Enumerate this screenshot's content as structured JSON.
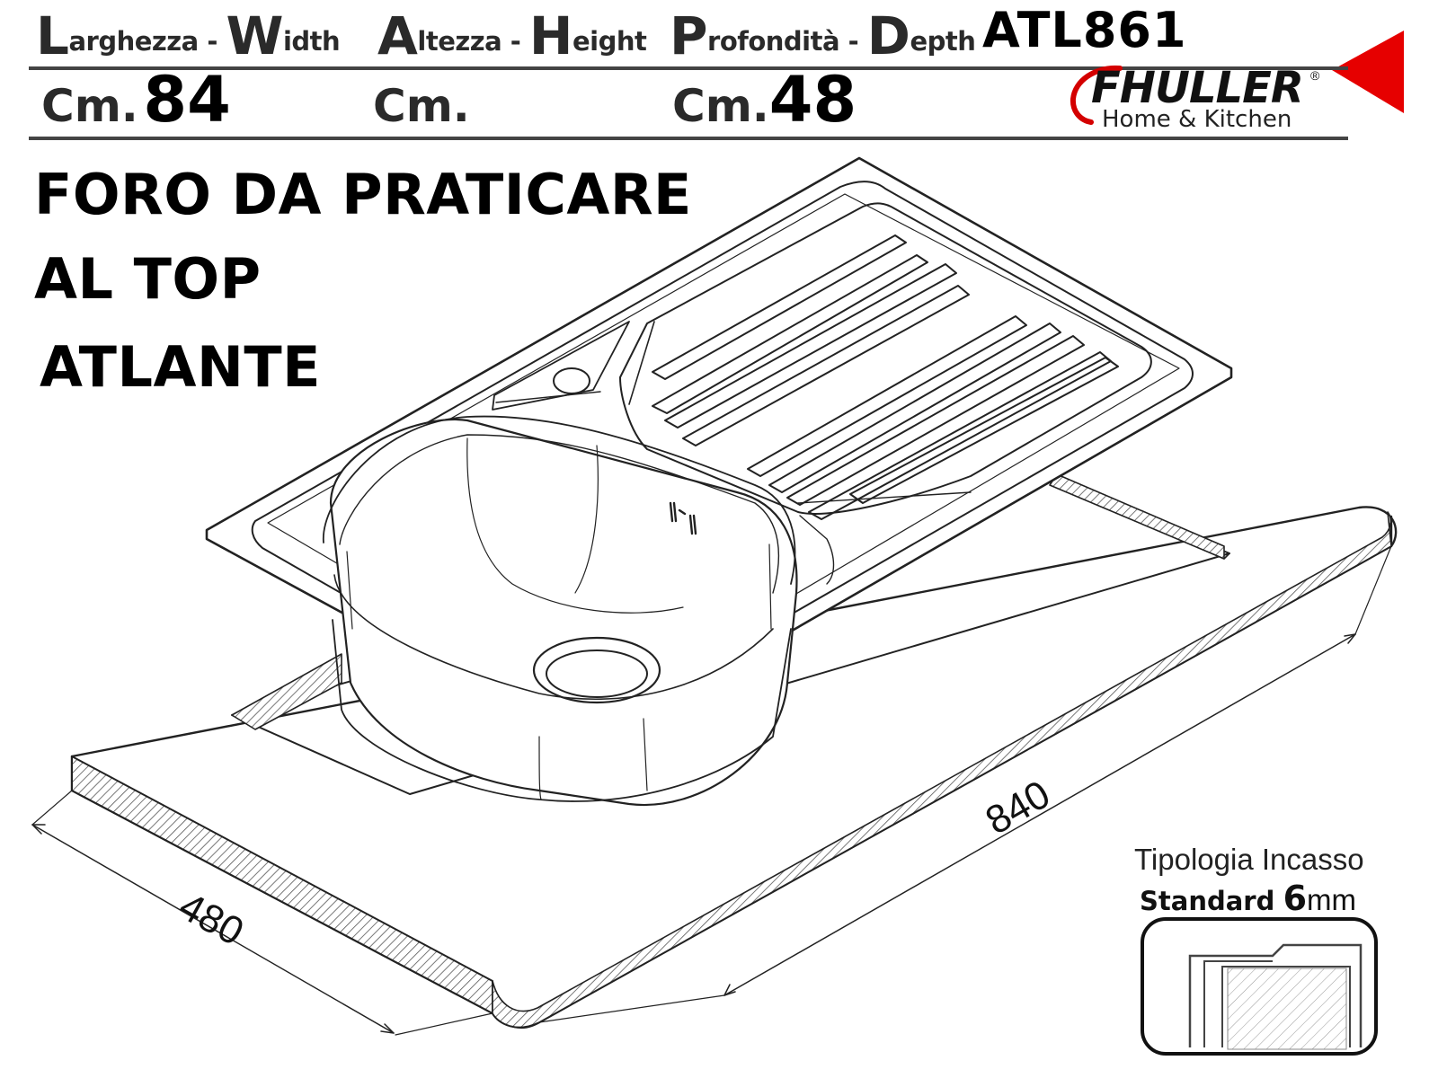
{
  "header": {
    "width_label": {
      "cap": "L",
      "rest": "arghezza - ",
      "cap2": "W",
      "rest2": "idth"
    },
    "height_label": {
      "cap": "A",
      "rest": "ltezza - ",
      "cap2": "H",
      "rest2": "eight"
    },
    "depth_label": {
      "cap": "P",
      "rest": "rofondità - ",
      "cap2": "D",
      "rest2": "epth"
    },
    "model_code": "ATL861",
    "width_unit": "Cm.",
    "width_value": "84",
    "height_unit": "Cm.",
    "height_value": "",
    "depth_unit": "Cm.",
    "depth_value": "48"
  },
  "brand": {
    "name": "FHULLER",
    "registered": "®",
    "tagline": "Home & Kitchen"
  },
  "notes": {
    "line1": "FORO DA PRATICARE",
    "line2": "AL TOP",
    "line3": "ATLANTE"
  },
  "dimensions": {
    "length": "840",
    "depth": "480"
  },
  "installation": {
    "title": "Tipologia Incasso",
    "type": "Standard",
    "thickness_value": "6",
    "thickness_unit": "mm"
  },
  "colors": {
    "marker": "#e60000",
    "rule": "#444444"
  },
  "icons": {
    "marker": "red-triangle-pointer-icon",
    "drain": "drain-icon",
    "tap_hole": "tap-hole-icon",
    "overflow": "overflow-slot-icon"
  }
}
